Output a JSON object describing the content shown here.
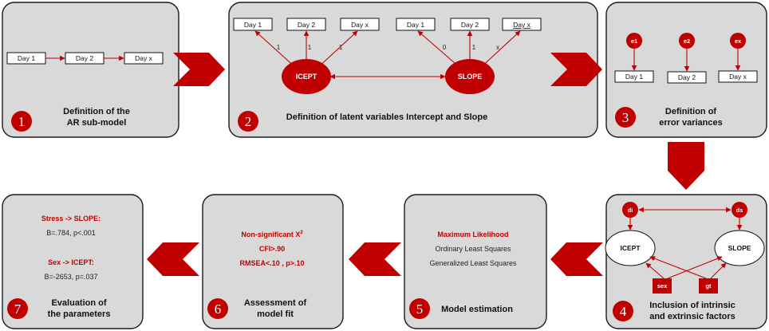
{
  "panels": [
    {
      "number": "1",
      "title_lines": [
        "Definition of the",
        "AR sub-model"
      ]
    },
    {
      "number": "2",
      "title_lines": [
        "Definition of latent variables Intercept and Slope"
      ]
    },
    {
      "number": "3",
      "title_lines": [
        "Definition of",
        "error variances"
      ]
    },
    {
      "number": "4",
      "title_lines": [
        "Inclusion of intrinsic",
        "and extrinsic factors"
      ]
    },
    {
      "number": "5",
      "title_lines": [
        "Model estimation"
      ]
    },
    {
      "number": "6",
      "title_lines": [
        "Assessment of",
        "model fit"
      ]
    },
    {
      "number": "7",
      "title_lines": [
        "Evaluation of",
        "the parameters"
      ]
    }
  ],
  "panel1": {
    "boxes": [
      "Day 1",
      "Day 2",
      "Day x"
    ]
  },
  "panel2": {
    "left_boxes": [
      "Day 1",
      "Day 2",
      "Day x"
    ],
    "right_boxes": [
      "Day 1",
      "Day 2",
      "Day x"
    ],
    "icept_loadings": [
      "1",
      "1",
      "1"
    ],
    "slope_loadings": [
      "0",
      "1",
      "x"
    ],
    "latent_icept": "ICEPT",
    "latent_slope": "SLOPE"
  },
  "panel3": {
    "errors": [
      "e1",
      "e2",
      "ex"
    ],
    "boxes": [
      "Day 1",
      "Day 2",
      "Day x"
    ]
  },
  "panel4": {
    "disturbances": [
      "di",
      "ds"
    ],
    "latents": [
      "ICEPT",
      "SLOPE"
    ],
    "factors": [
      "sex",
      "gt"
    ]
  },
  "panel5": {
    "methods": [
      "Maximum Likelihood",
      "Ordinary Least Squares",
      "Generalized Least Squares"
    ]
  },
  "panel6": {
    "chi_label": "Non-significant X",
    "chi_sup": "2",
    "cfi": "CFI>.90",
    "rmsea": "RMSEA<.10 , p>.10"
  },
  "panel7": {
    "effect1_label": "Stress -> SLOPE:",
    "effect1_value": "B=.784, p<.001",
    "effect2_label": "Sex -> ICEPT:",
    "effect2_value": "B=-2653, p=.037"
  },
  "colors": {
    "accent": "#c00000",
    "panel": "#d9d9d9",
    "border": "#1a1a1a"
  }
}
